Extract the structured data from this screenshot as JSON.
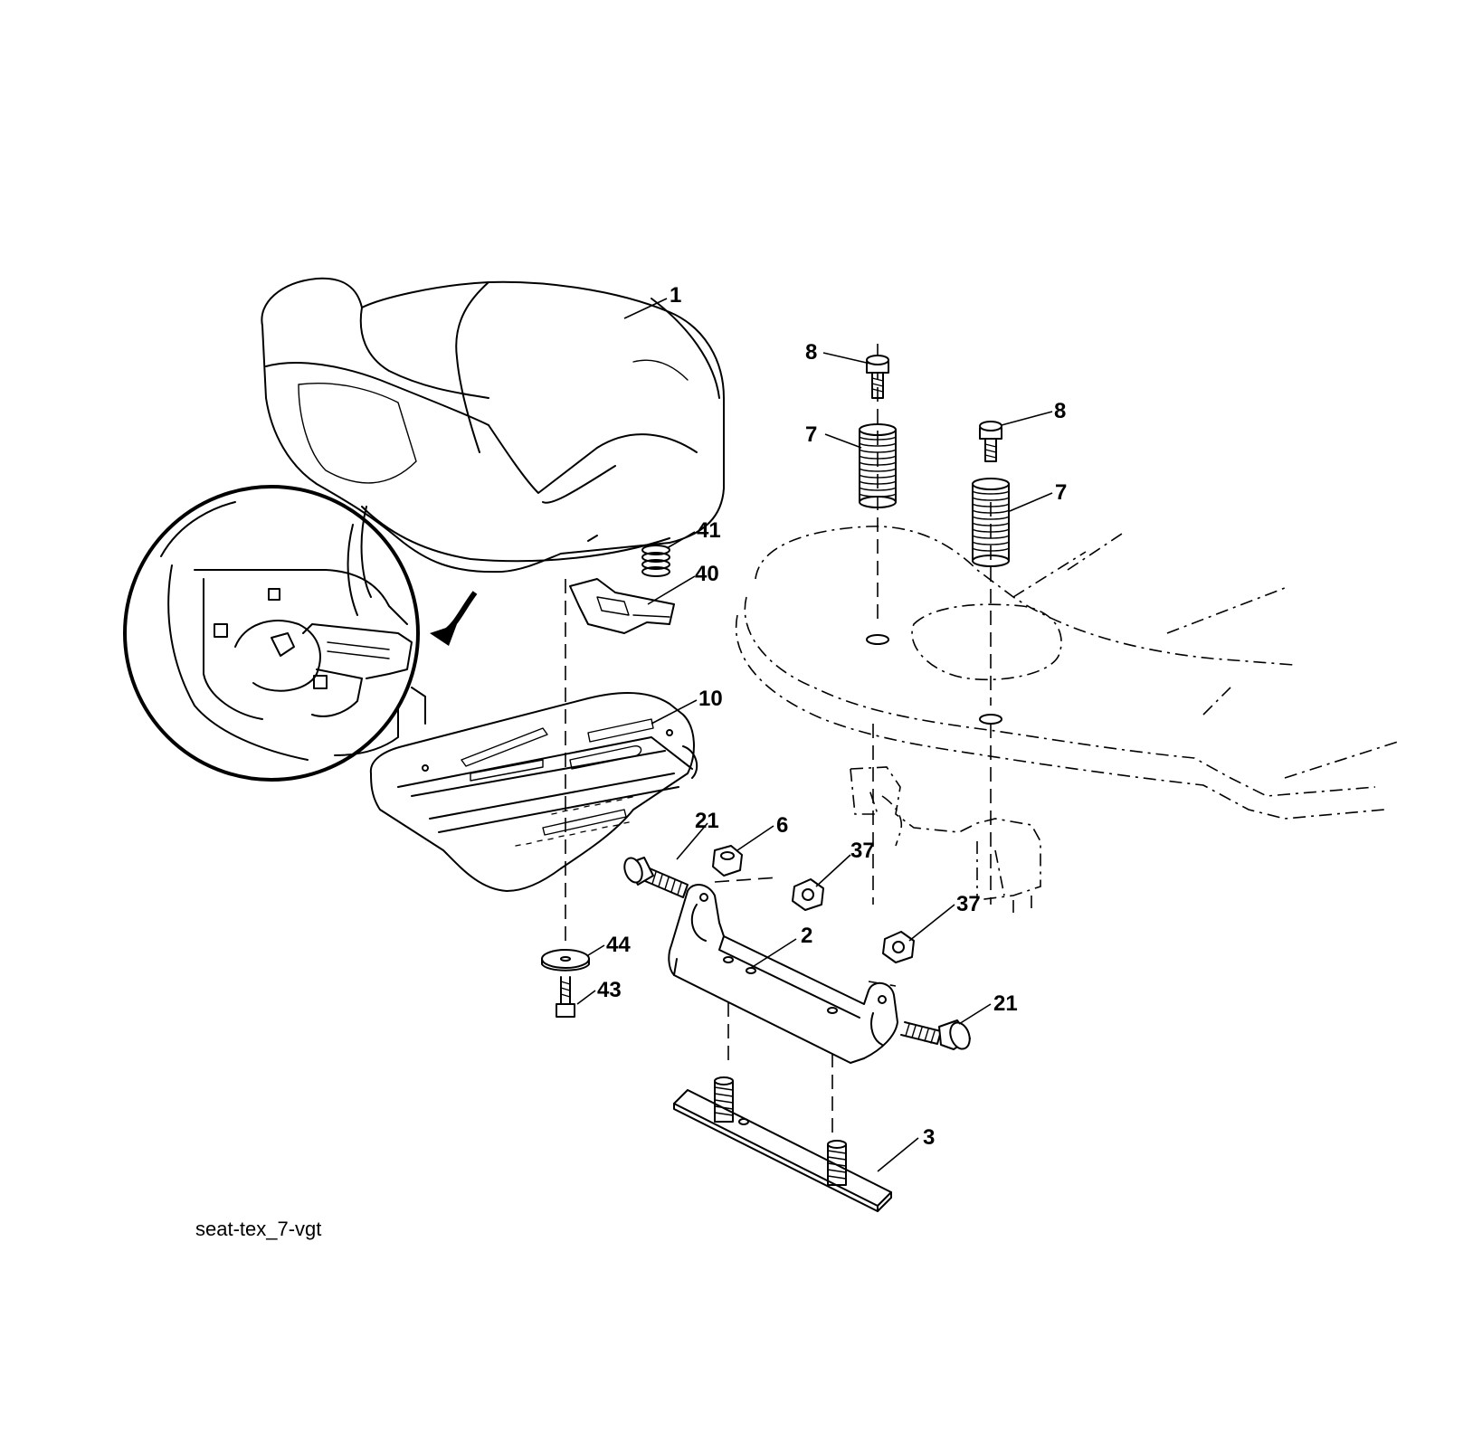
{
  "callouts": {
    "c1": "1",
    "c2": "2",
    "c3": "3",
    "c6": "6",
    "c7a": "7",
    "c7b": "7",
    "c8a": "8",
    "c8b": "8",
    "c10": "10",
    "c21a": "21",
    "c21b": "21",
    "c37a": "37",
    "c37b": "37",
    "c40": "40",
    "c41": "41",
    "c43": "43",
    "c44": "44"
  },
  "caption": "seat-tex_7-vgt"
}
